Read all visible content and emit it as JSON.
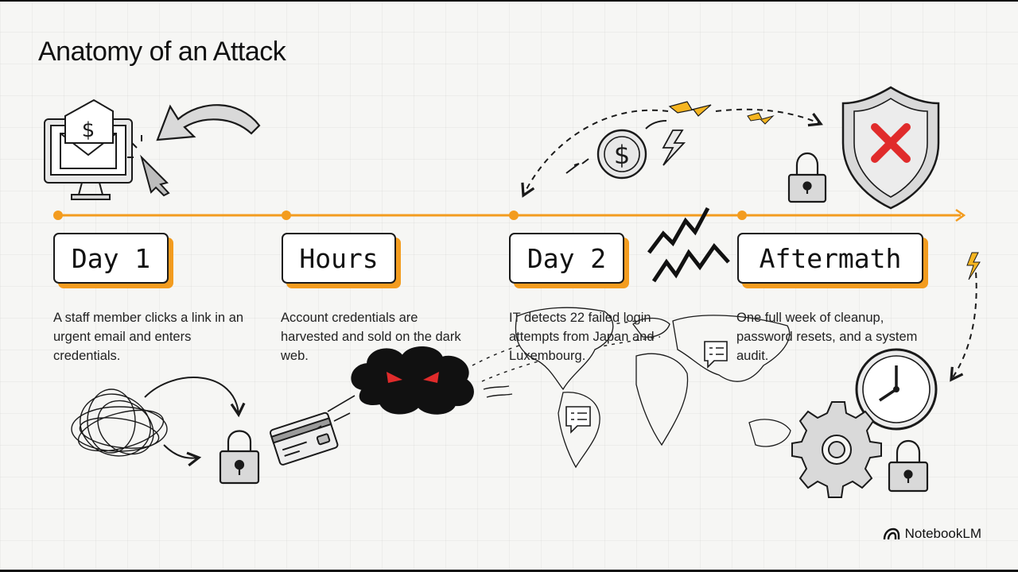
{
  "title": "Anatomy of an Attack",
  "timeline": {
    "accent_color": "#f39c1f",
    "stages": [
      {
        "label": "Day 1",
        "description": "A staff member clicks a link in an urgent email and enters credentials."
      },
      {
        "label": "Hours",
        "description": "Account credentials are harvested and sold on the dark web."
      },
      {
        "label": "Day 2",
        "description": "IT detects 22 failed login attempts from Japan and Luxembourg."
      },
      {
        "label": "Aftermath",
        "description": "One full week of cleanup, password resets, and a system audit."
      }
    ]
  },
  "email_icon_symbol": "$",
  "coin_icon_symbol": "$",
  "brand": {
    "name": "NotebookLM"
  },
  "colors": {
    "threat_red": "#e02b2b",
    "ink": "#1a1a1a"
  }
}
